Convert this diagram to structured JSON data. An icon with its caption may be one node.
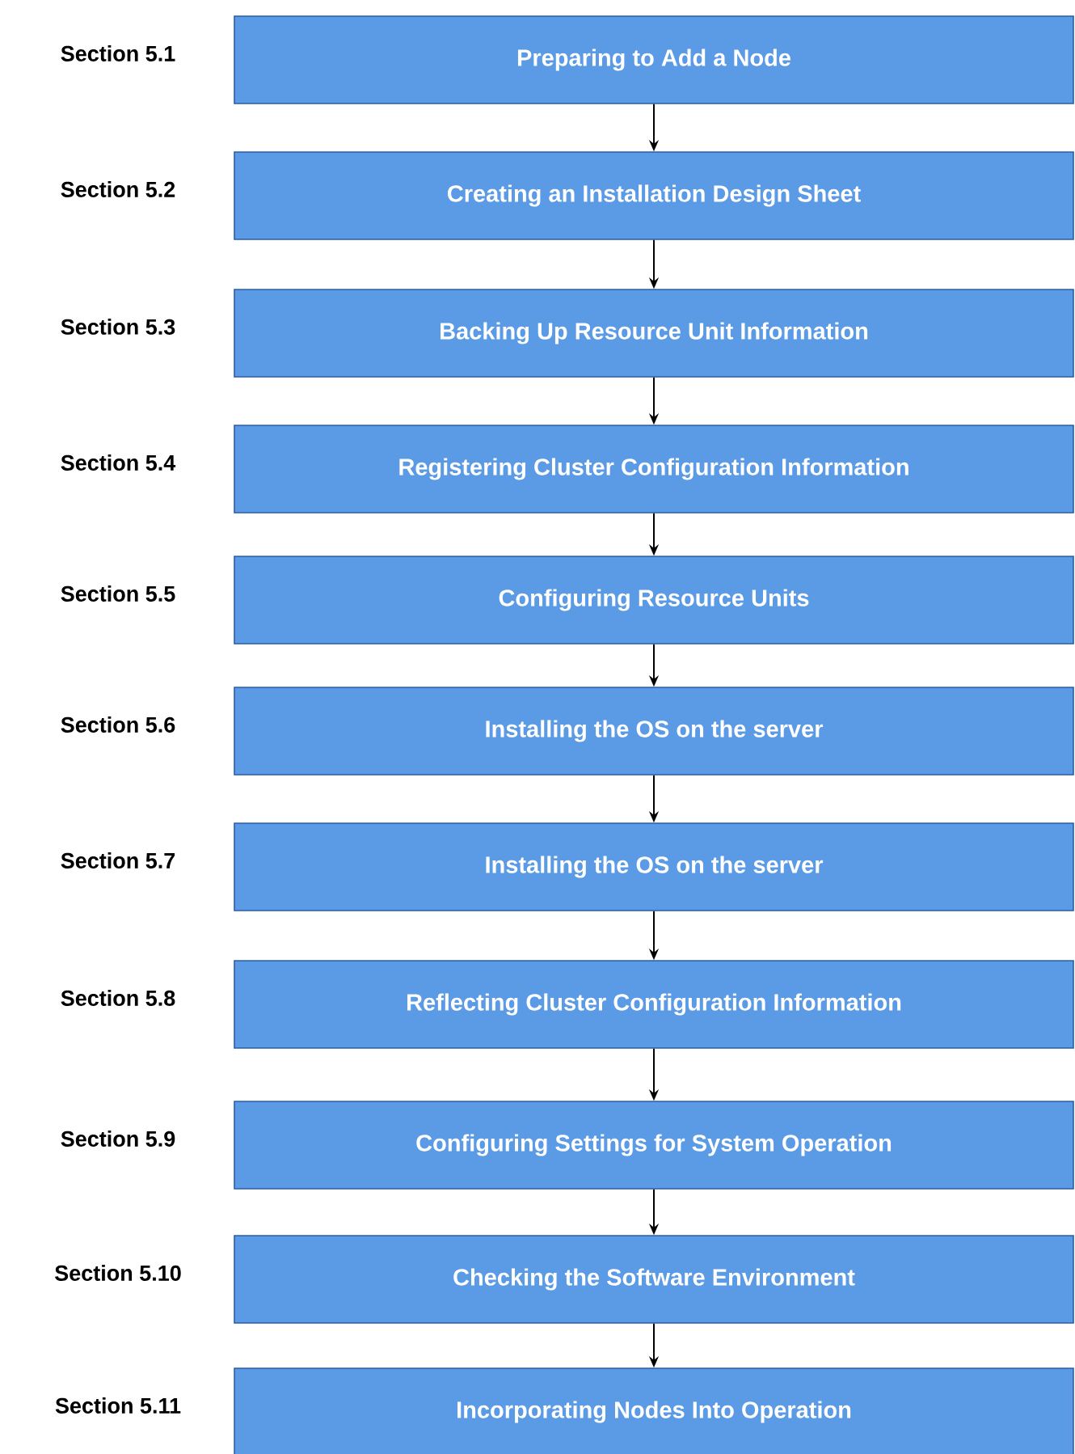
{
  "diagram": {
    "nodes": [
      {
        "text": [
          "Preparing to Add a Node"
        ],
        "beside": [
          "Section 5.1"
        ]
      },
      {
        "text": [
          "Creating an Installation Design Sheet"
        ],
        "beside": [
          "Section 5.2"
        ]
      },
      {
        "text": [
          "Backing Up Resource Unit Information"
        ],
        "beside": [
          "Section 5.3"
        ]
      },
      {
        "text": [
          "Registering Cluster Configuration Information"
        ],
        "beside": [
          "Section 5.4"
        ]
      },
      {
        "text": [
          "Configuring Resource Units"
        ],
        "beside": [
          "Section 5.5"
        ]
      },
      {
        "text": [
          "Installing the OS on the server"
        ],
        "beside": [
          "Section 5.6"
        ]
      },
      {
        "text": [
          "Installing the OS on the server"
        ],
        "beside": [
          "Section 5.7"
        ]
      },
      {
        "text": [
          "Reflecting Cluster Configuration Information"
        ],
        "beside": [
          "Section 5.8"
        ]
      },
      {
        "text": [
          "Configuring Settings for System Operation"
        ],
        "beside": [
          "Section 5.9"
        ]
      },
      {
        "text": [
          "Checking the Software Environment"
        ],
        "beside": [
          "Section 5.10"
        ]
      },
      {
        "text": [
          "Incorporating Nodes Into Operation"
        ],
        "beside": [
          "Section 5.11"
        ]
      }
    ],
    "edges": [
      {
        "from": 0,
        "to": 1,
        "arrow": "to"
      },
      {
        "from": 1,
        "to": 2,
        "arrow": "to"
      },
      {
        "from": 2,
        "to": 3,
        "arrow": "to"
      },
      {
        "from": 3,
        "to": 4,
        "arrow": "to"
      },
      {
        "from": 4,
        "to": 5,
        "arrow": "to"
      },
      {
        "from": 5,
        "to": 6,
        "arrow": "to"
      },
      {
        "from": 6,
        "to": 7,
        "arrow": "to"
      },
      {
        "from": 7,
        "to": 8,
        "arrow": "to"
      },
      {
        "from": 8,
        "to": 9,
        "arrow": "to"
      },
      {
        "from": 9,
        "to": 10,
        "arrow": "to"
      }
    ]
  }
}
